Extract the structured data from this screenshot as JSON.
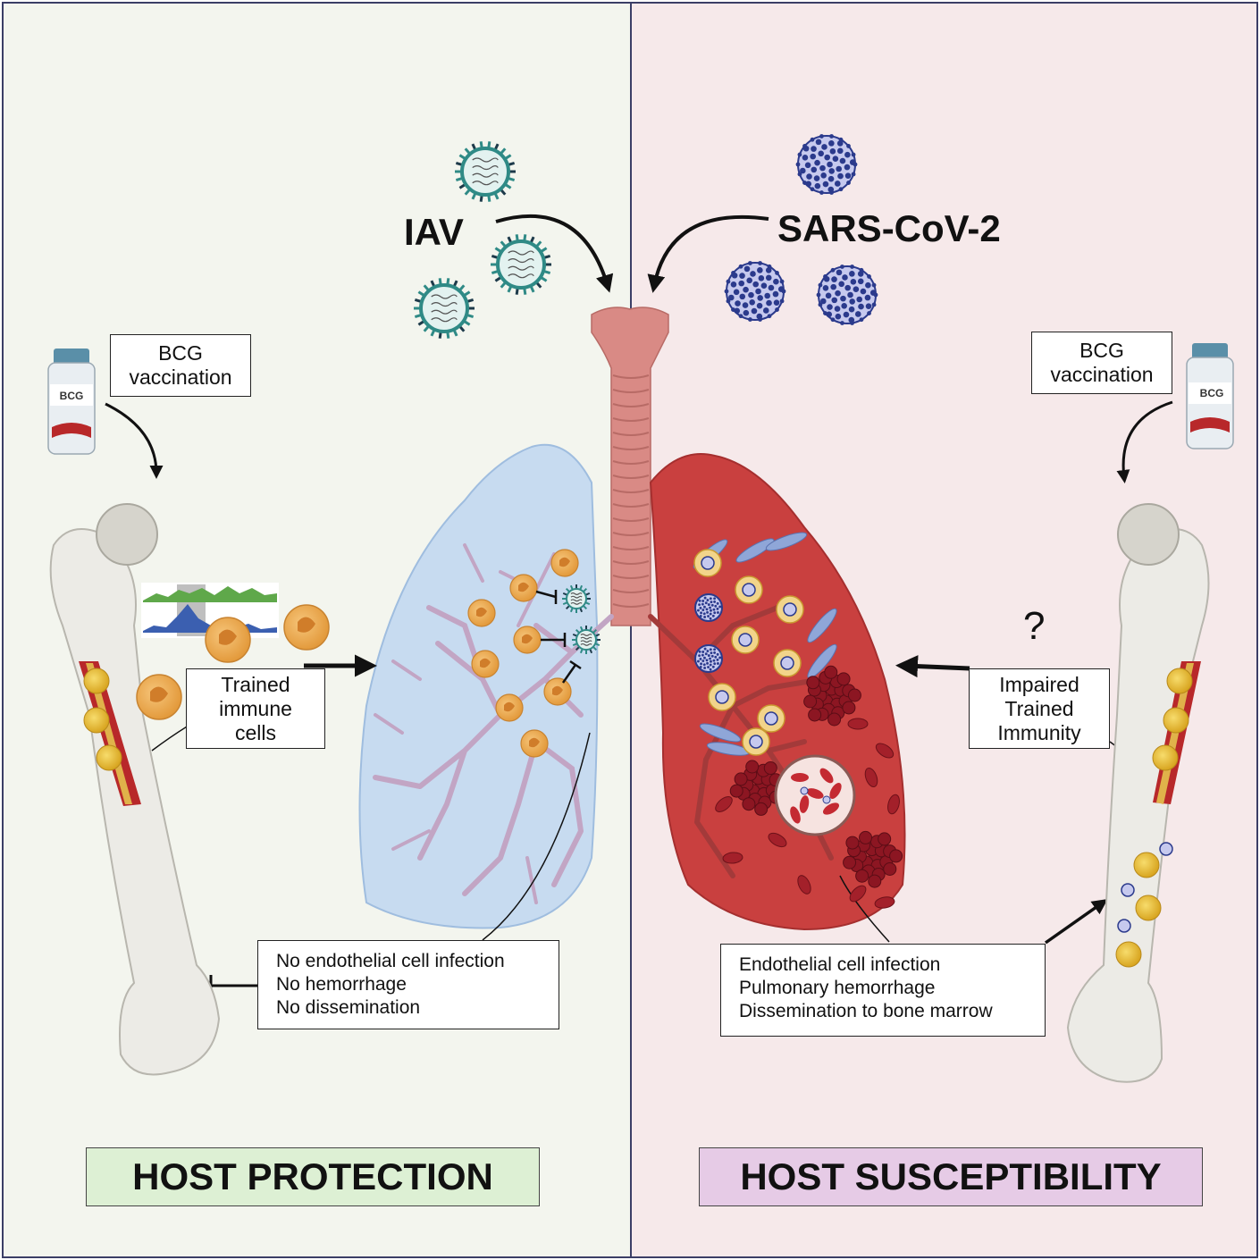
{
  "left": {
    "virus_name": "IAV",
    "bcg_label": [
      "BCG",
      "vaccination"
    ],
    "vial_label": "BCG",
    "trained_label": [
      "Trained",
      "immune",
      "cells"
    ],
    "outcomes": [
      "No endothelial cell infection",
      "No hemorrhage",
      "No dissemination"
    ],
    "result": "HOST PROTECTION",
    "result_color": "#ddf0d4"
  },
  "right": {
    "virus_name": "SARS-CoV-2",
    "bcg_label": [
      "BCG",
      "vaccination"
    ],
    "vial_label": "BCG",
    "impaired_label": [
      "Impaired",
      "Trained",
      "Immunity"
    ],
    "question": "?",
    "outcomes": [
      "Endothelial cell infection",
      "Pulmonary hemorrhage",
      "Dissemination to bone marrow"
    ],
    "result": "HOST SUSCEPTIBILITY",
    "result_color": "#e6cbe6"
  },
  "colors": {
    "left_bg": "#f3f5ee",
    "right_bg": "#f6e9ea",
    "divider": "#3b3e66",
    "iav": "#2f8a86",
    "sars": "#2b3a8c",
    "lung_healthy": "#c7dbf0",
    "lung_diseased": "#c9403f",
    "trachea": "#d98a85",
    "immune_cell": "#efac4f",
    "marrow_cell": "#f0c23a"
  }
}
